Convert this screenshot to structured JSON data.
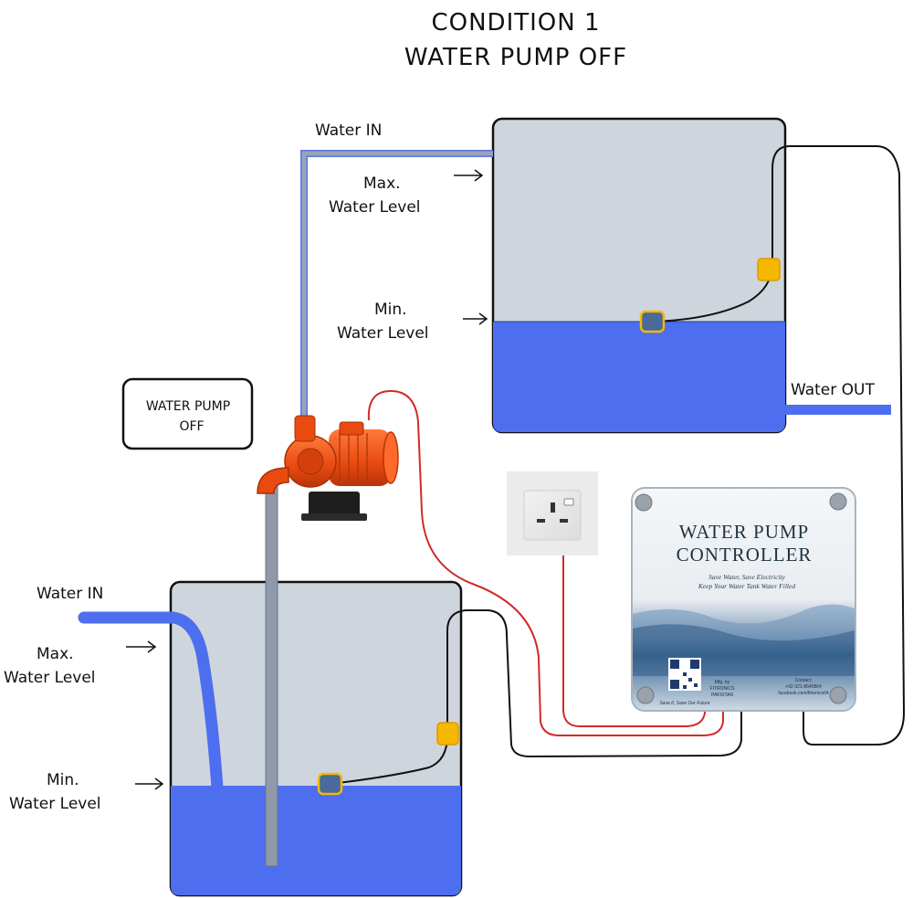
{
  "title": {
    "line1": "CONDITION 1",
    "line2": "WATER PUMP OFF"
  },
  "status_box": {
    "line1": "WATER PUMP",
    "line2": "OFF"
  },
  "upper_tank": {
    "water_in": "Water IN",
    "max_line1": "Max.",
    "max_line2": "Water Level",
    "min_line1": "Min.",
    "min_line2": "Water Level",
    "water_out": "Water OUT",
    "fill_level": 0.38
  },
  "lower_tank": {
    "water_in": "Water IN",
    "max_line1": "Max.",
    "max_line2": "Water Level",
    "min_line1": "Min.",
    "min_line2": "Water Level",
    "fill_level": 0.35
  },
  "controller": {
    "title_line1": "WATER PUMP",
    "title_line2": "CONTROLLER",
    "tagline1": "Save Water, Save Electricity",
    "tagline2": "Keep Your Water Tank Water Filled",
    "mfg_line1": "Mfg. by",
    "mfg_line2": "FITRONICS",
    "mfg_line3": "PAKISTAN",
    "contact_line1": "Contact:",
    "contact_line2": "+92-321-8640864",
    "contact_line3": "facebook.com/fitronics64",
    "footer": "Save It, Save Our Future"
  },
  "colors": {
    "water": "#4e6ef0",
    "tank": "#cfd5dd",
    "pipe": "#8f99aa",
    "pipe_blue": "#5b73e8",
    "sensor_yellow": "#f5b800",
    "sensor_blue": "#4a6a99",
    "wire_red": "#d12a2a",
    "wire_black": "#111111",
    "pump": "#ee4d12"
  }
}
